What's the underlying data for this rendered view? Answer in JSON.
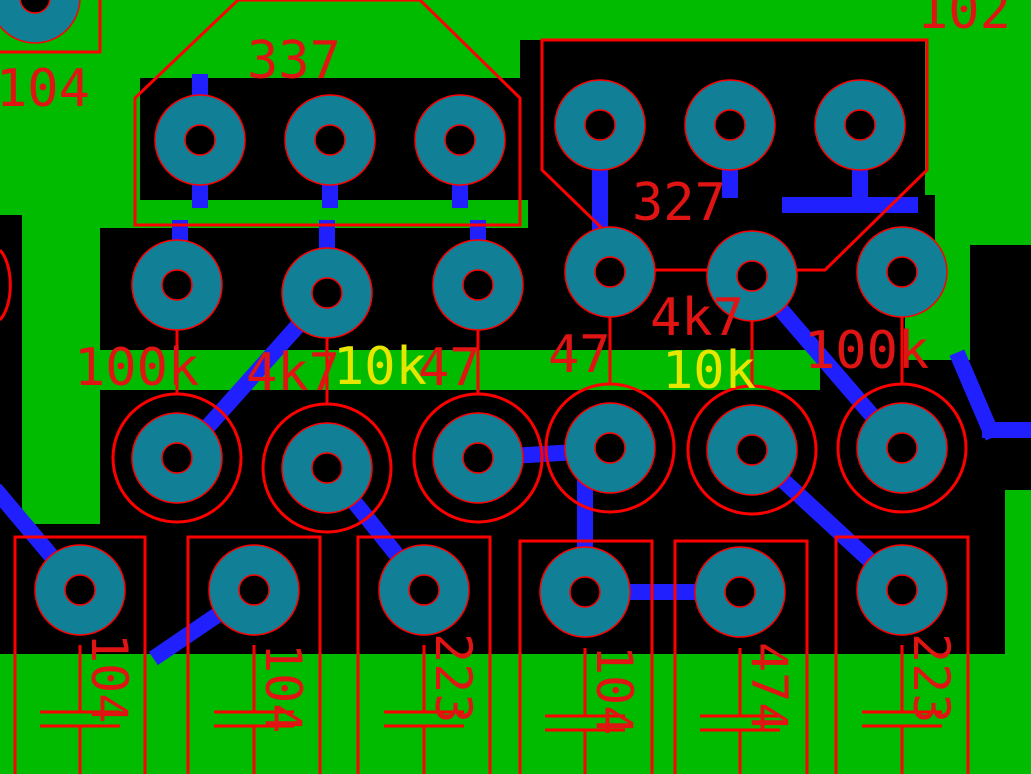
{
  "colors": {
    "background": "#000000",
    "copper_pour": "#00bb00",
    "trace": "#2020ff",
    "pad": "#117f95",
    "outline": "#ff0000",
    "label_red": "#e11414",
    "label_yellow": "#e6e600"
  },
  "labels": {
    "corner_104": "104",
    "corner_102": "102",
    "reg_337": "337",
    "reg_327": "327",
    "r_100k_left": "100k",
    "r_4k7_left": "4k7",
    "r_10k_left": "10k",
    "r_47_left": "47",
    "r_47_right": "47",
    "r_4k7_right": "4k7",
    "r_10k_right": "10k",
    "r_100k_right": "100k",
    "cap_1": "104",
    "cap_2": "104",
    "cap_3": "223",
    "cap_4": "104",
    "cap_5": "474",
    "cap_6": "223"
  }
}
